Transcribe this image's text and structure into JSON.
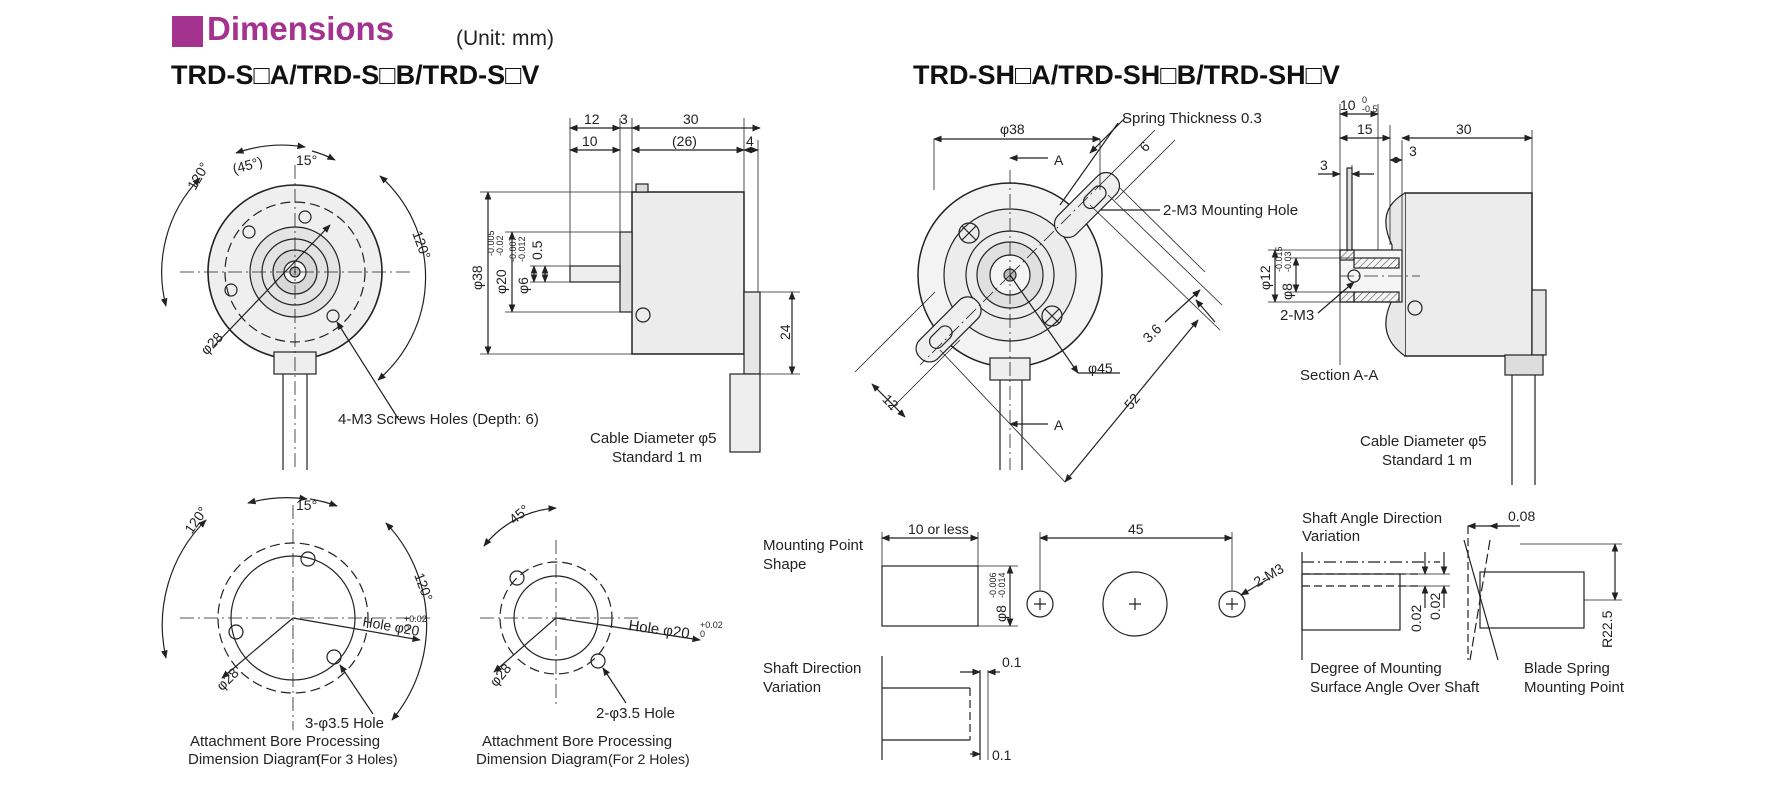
{
  "header": {
    "title": "Dimensions",
    "unit": "(Unit: mm)",
    "model_left": "TRD-S□A/TRD-S□B/TRD-S□V",
    "model_right": "TRD-SH□A/TRD-SH□B/TRD-SH□V"
  },
  "left": {
    "front": {
      "angle_120a": "120°",
      "angle_45": "(45°)",
      "angle_15": "15°",
      "angle_120b": "120°",
      "dia28": "φ28",
      "screws": "4-M3 Screws Holes (Depth: 6)"
    },
    "side": {
      "d12": "12",
      "d3": "3",
      "d30": "30",
      "d10": "10",
      "d26": "(26)",
      "d4": "4",
      "dia38": "φ38",
      "dia20": "φ20",
      "dia20_tol_top": "-0.005",
      "dia20_tol_bot": "-0.02",
      "dia6": "φ6",
      "dia6_tol_top": "-0.007",
      "dia6_tol_bot": "-0.012",
      "d05": "0.5",
      "d24": "24",
      "cable1": "Cable Diameter φ5",
      "cable2": "Standard 1 m"
    },
    "bore3": {
      "angle_120a": "120°",
      "angle_15": "15°",
      "angle_120b": "120°",
      "hole": "Hole φ20",
      "hole_tol_top": "+0.02",
      "hole_tol_bot": "0",
      "dia28": "φ28",
      "holes": "3-φ3.5 Hole",
      "cap1": "Attachment Bore Processing",
      "cap2": "Dimension Diagram",
      "cap3": "(For 3 Holes)"
    },
    "bore2": {
      "angle_45": "45°",
      "hole": "Hole φ20",
      "hole_tol_top": "+0.02",
      "hole_tol_bot": "0",
      "dia28": "φ28",
      "holes": "2-φ3.5 Hole",
      "cap1": "Attachment Bore Processing",
      "cap2": "Dimension Diagram",
      "cap3": "(For 2 Holes)"
    }
  },
  "right": {
    "front": {
      "dia38": "φ38",
      "spring": "Spring Thickness 0.3",
      "sec_a1": "A",
      "sec_a2": "A",
      "d6": "6",
      "mount": "2-M3 Mounting Hole",
      "d36": "3.6",
      "dia45": "φ45",
      "d12": "12",
      "d52": "52"
    },
    "side": {
      "d10": "10",
      "d10_tol_top": "0",
      "d10_tol_bot": "-0.5",
      "d15": "15",
      "d3a": "3",
      "d30": "30",
      "d3b": "3",
      "dia12": "φ12",
      "dia8": "φ8",
      "dia8_tol_top": "-0.015",
      "dia8_tol_bot": "-0.03",
      "m3": "2-M3",
      "section": "Section A-A",
      "cable1": "Cable Diameter φ5",
      "cable2": "Standard 1 m"
    },
    "mounting": {
      "label1": "Mounting Point",
      "label2": "Shape",
      "d10less": "10 or less",
      "dia8": "φ8",
      "dia8_tol_top": "-0.006",
      "dia8_tol_bot": "-0.014",
      "d45": "45",
      "m3": "2-M3"
    },
    "shaftdir": {
      "label1": "Shaft Direction",
      "label2": "Variation",
      "d01a": "0.1",
      "d01b": "0.1"
    },
    "angle": {
      "label1": "Shaft Angle Direction",
      "label2": "Variation",
      "d002a": "0.02",
      "d002b": "0.02",
      "cap1": "Degree of Mounting",
      "cap2": "Surface Angle Over Shaft"
    },
    "blade": {
      "d008": "0.08",
      "r225": "R22.5",
      "cap1": "Blade Spring",
      "cap2": "Mounting Point"
    }
  }
}
